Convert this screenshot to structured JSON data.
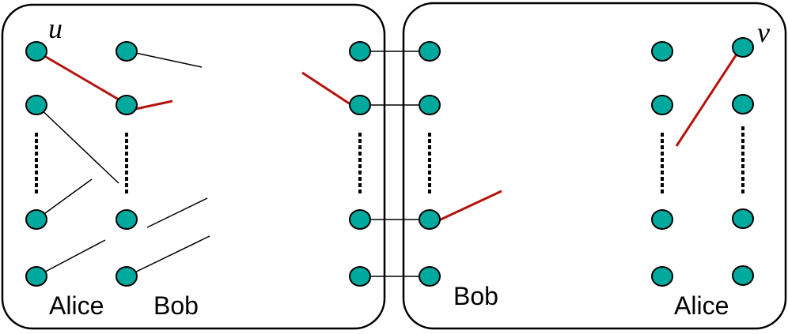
{
  "labels": {
    "left_alice": "Alice",
    "left_bob": "Bob",
    "right_bob": "Bob",
    "right_alice": "Alice",
    "u": "u",
    "v": "v"
  },
  "colors": {
    "node_fill": "#00a99d",
    "node_stroke": "#000000",
    "highlight_edge": "#b5120b",
    "edge": "#000000",
    "box_stroke": "#000000"
  }
}
